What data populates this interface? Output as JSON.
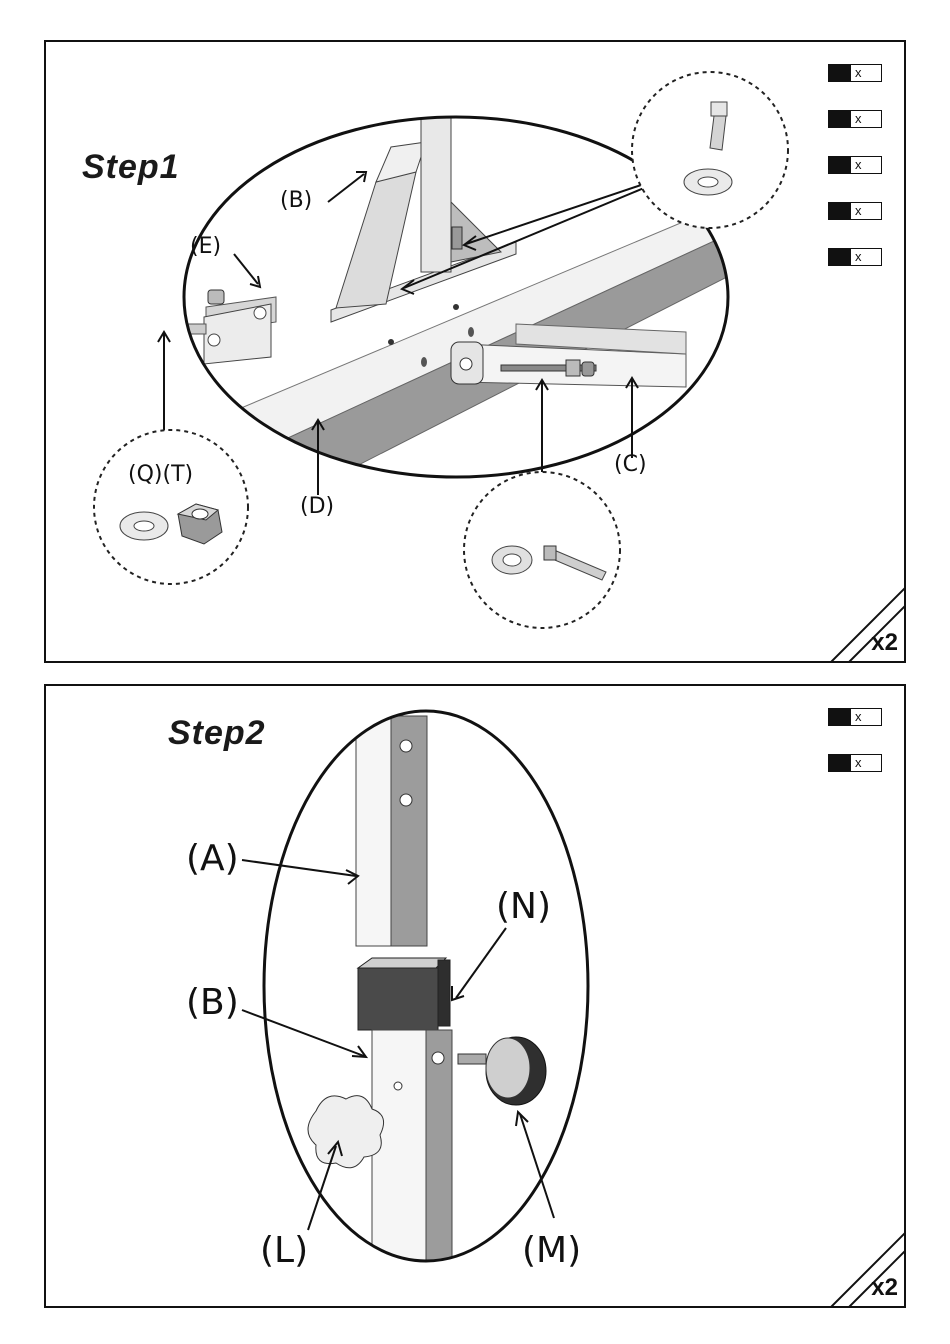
{
  "step1": {
    "title": "Step1",
    "labels": {
      "b": "(B)",
      "e": "(E)",
      "d": "(D)",
      "c": "(C)",
      "qt": "(Q)(T)"
    },
    "parts": [
      "x",
      "x",
      "x",
      "x",
      "x"
    ],
    "multiplier": "x2"
  },
  "step2": {
    "title": "Step2",
    "labels": {
      "a": "(A)",
      "n": "(N)",
      "b": "(B)",
      "l": "(L)",
      "m": "(M)"
    },
    "parts": [
      "x",
      "x"
    ],
    "multiplier": "x2"
  }
}
